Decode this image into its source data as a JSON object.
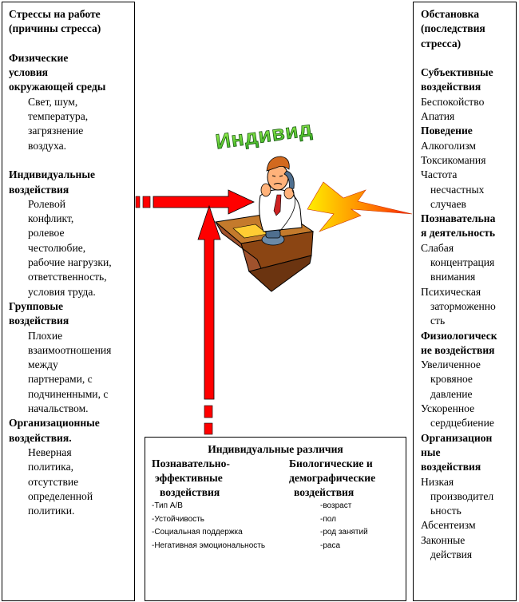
{
  "left_panel": {
    "title": [
      "Стрессы на работе",
      "(причины стресса)"
    ],
    "sections": [
      {
        "heading": [
          "Физические",
          "условия",
          "окружающей среды"
        ],
        "items": [
          "Свет, шум,",
          "температура,",
          "загрязнение",
          "воздуха."
        ]
      },
      {
        "heading": [
          "Индивидуальные",
          "воздействия"
        ],
        "items": [
          "Ролевой",
          "конфликт,",
          "ролевое",
          "честолюбие,",
          "рабочие нагрузки,",
          "ответственность,",
          "условия труда."
        ]
      },
      {
        "heading": [
          "Групповые",
          "воздействия"
        ],
        "items": [
          "Плохие",
          "взаимоотношения",
          "между",
          "партнерами, с",
          "подчиненными, с",
          "начальством."
        ]
      },
      {
        "heading": [
          "Организационные",
          "воздействия."
        ],
        "items": [
          "Неверная",
          "политика,",
          "отсутствие",
          "определенной",
          "политики."
        ]
      }
    ]
  },
  "right_panel": {
    "title": [
      "Обстановка",
      "(последствия",
      "стресса)"
    ],
    "sections": [
      {
        "heading": [
          "Субъективные",
          "воздействия"
        ],
        "items": [
          [
            "Беспокойство"
          ],
          [
            "Апатия"
          ]
        ]
      },
      {
        "heading": [
          "Поведение"
        ],
        "items": [
          [
            "Алкоголизм"
          ],
          [
            "Токсикомания"
          ],
          [
            "Частота",
            "несчастных",
            "случаев"
          ]
        ]
      },
      {
        "heading": [
          "Познавательна",
          "я деятельность"
        ],
        "items": [
          [
            "Слабая",
            "концентрация",
            "внимания"
          ],
          [
            "Психическая",
            "заторможенно",
            "сть"
          ]
        ]
      },
      {
        "heading": [
          "Физиологическ",
          "ие воздействия"
        ],
        "items": [
          [
            "Увеличенное",
            "кровяное",
            "давление"
          ],
          [
            "Ускоренное",
            "сердцебиение"
          ]
        ]
      },
      {
        "heading": [
          "Организацион",
          "ные",
          "воздействия"
        ],
        "items": [
          [
            "Низкая",
            "производител",
            "ьность"
          ],
          [
            "Абсентеизм"
          ],
          [
            "Законные",
            "действия"
          ]
        ]
      }
    ]
  },
  "center": {
    "individual_label": "Индивид"
  },
  "bottom_panel": {
    "title": "Индивидуальные различия",
    "left_column": {
      "heading": [
        "Познавательно-",
        "эффективные",
        "воздействия"
      ],
      "items": [
        "-Тип А/В",
        "-Устойчивость",
        "-Социальная поддержка",
        "-Негативная эмоциональность"
      ]
    },
    "right_column": {
      "heading": [
        "Биологические и",
        "демографические",
        "воздействия"
      ],
      "items": [
        "-возраст",
        "-пол",
        "-род занятий",
        "-раса"
      ]
    }
  },
  "colors": {
    "arrow_red": "#ff0000",
    "lightning_start": "#ffee00",
    "lightning_end": "#ff2200",
    "label_green": "#66cc33",
    "desk_brown": "#b5651d",
    "paper_yellow": "#ffcc33"
  }
}
